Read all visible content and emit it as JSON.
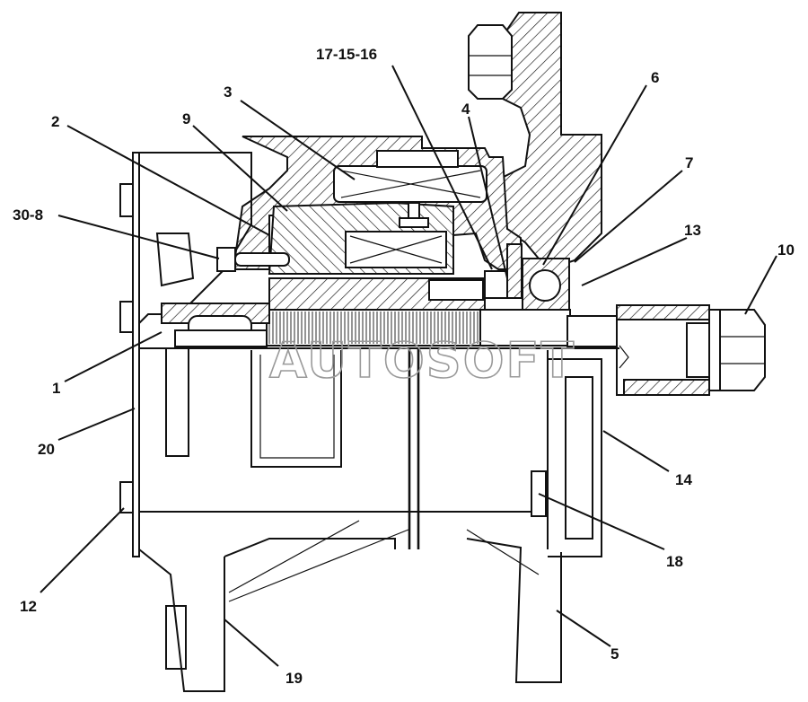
{
  "diagram": {
    "callouts": [
      {
        "id": "c-17-15-16",
        "label": "17-15-16"
      },
      {
        "id": "c-3",
        "label": "3"
      },
      {
        "id": "c-9",
        "label": "9"
      },
      {
        "id": "c-2",
        "label": "2"
      },
      {
        "id": "c-30-8",
        "label": "30-8"
      },
      {
        "id": "c-4",
        "label": "4"
      },
      {
        "id": "c-6",
        "label": "6"
      },
      {
        "id": "c-7",
        "label": "7"
      },
      {
        "id": "c-13",
        "label": "13"
      },
      {
        "id": "c-10",
        "label": "10"
      },
      {
        "id": "c-1",
        "label": "1"
      },
      {
        "id": "c-20",
        "label": "20"
      },
      {
        "id": "c-14",
        "label": "14"
      },
      {
        "id": "c-18",
        "label": "18"
      },
      {
        "id": "c-12",
        "label": "12"
      },
      {
        "id": "c-19",
        "label": "19"
      },
      {
        "id": "c-5",
        "label": "5"
      }
    ],
    "watermark": "AUTOSOFT"
  }
}
